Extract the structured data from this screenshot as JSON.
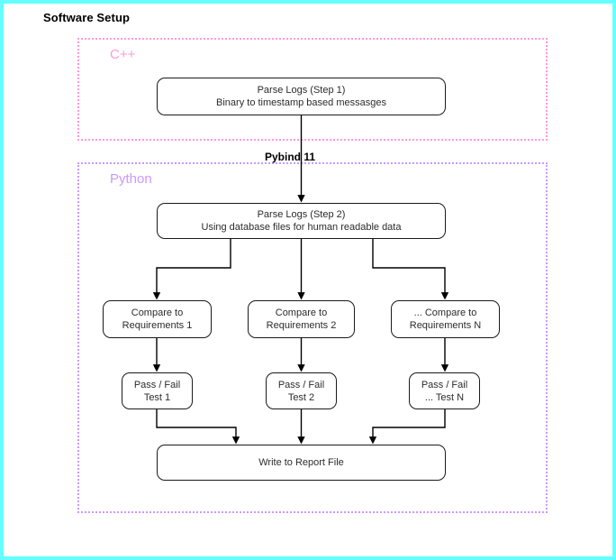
{
  "page": {
    "title": "Software Setup",
    "outer_border_color": "#66FFFF",
    "background": "#ffffff"
  },
  "groups": [
    {
      "id": "cpp",
      "label": "C++",
      "color": "#FF99DD",
      "border_style": "dotted"
    },
    {
      "id": "python",
      "label": "Python",
      "color": "#CC99FF",
      "border_style": "dotted"
    }
  ],
  "bridge": {
    "label": "Pybind 11"
  },
  "nodes": {
    "parse1": {
      "line1": "Parse Logs (Step 1)",
      "line2": "Binary to timestamp based messasges"
    },
    "parse2": {
      "line1": "Parse Logs (Step 2)",
      "line2": "Using database files for human readable data"
    },
    "compare1": {
      "line1": "Compare to",
      "line2": "Requirements 1"
    },
    "compare2": {
      "line1": "Compare to",
      "line2": "Requirements 2"
    },
    "compare3": {
      "line1": "... Compare to",
      "line2": "Requirements N"
    },
    "passfail1": {
      "line1": "Pass / Fail",
      "line2": "Test 1"
    },
    "passfail2": {
      "line1": "Pass / Fail",
      "line2": "Test 2"
    },
    "passfail3": {
      "line1": "Pass / Fail",
      "line2": "... Test N"
    },
    "report": {
      "line1": "Write to Report File",
      "line2": ""
    }
  },
  "edges": {
    "stroke": "#000000",
    "stroke_width": 1.4
  }
}
